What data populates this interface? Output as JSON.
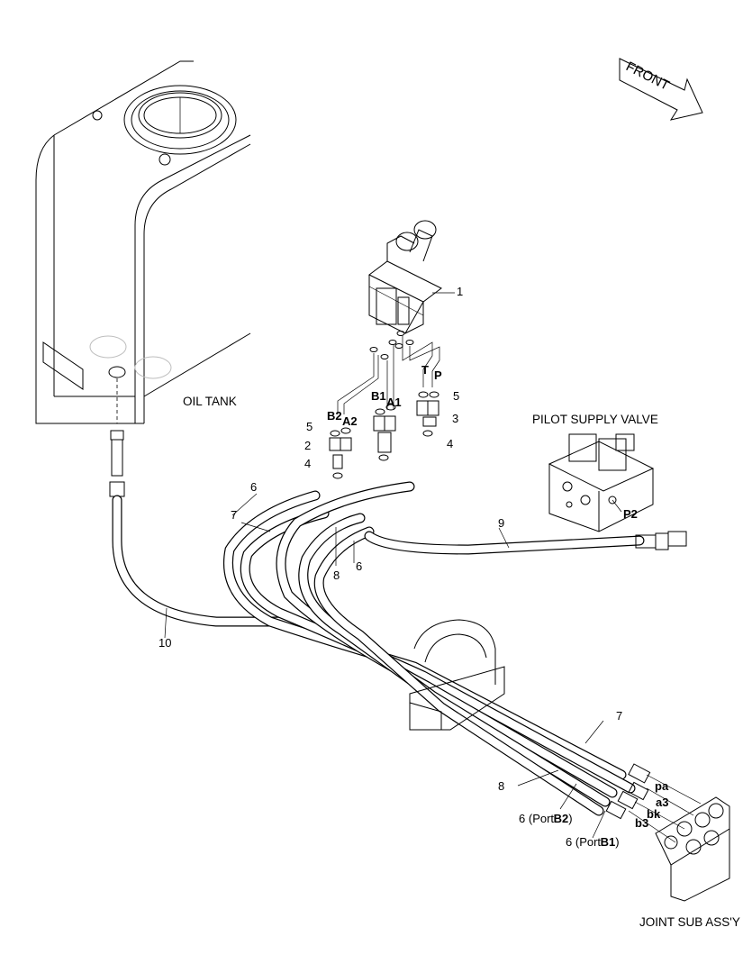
{
  "direction": {
    "arrow_label": "FRONT"
  },
  "components": {
    "oil_tank": "OIL TANK",
    "pilot_supply_valve": "PILOT SUPPLY VALVE",
    "joint_sub_assy": "JOINT SUB ASS'Y"
  },
  "ports": {
    "B2": "B2",
    "A2": "A2",
    "B1": "B1",
    "A1": "A1",
    "T": "T",
    "P": "P",
    "P2": "P2",
    "pa": "pa",
    "a3": "a3",
    "bk": "bk",
    "b3": "b3"
  },
  "callouts": {
    "n1": "1",
    "n2": "2",
    "n3": "3",
    "n4_left": "4",
    "n4_right": "4",
    "n5_left": "5",
    "n5_right": "5",
    "n6_upper": "6",
    "n6_lower": "6",
    "n7_upper": "7",
    "n7_lower": "7",
    "n8_upper": "8",
    "n8_lower": "8",
    "n9": "9",
    "n10": "10"
  },
  "port_callouts": {
    "port_b2": {
      "num": "6",
      "open": "(Port",
      "port": "B2",
      "close": ")"
    },
    "port_b1": {
      "num": "6",
      "open": "(Port",
      "port": "B1",
      "close": ")"
    }
  }
}
